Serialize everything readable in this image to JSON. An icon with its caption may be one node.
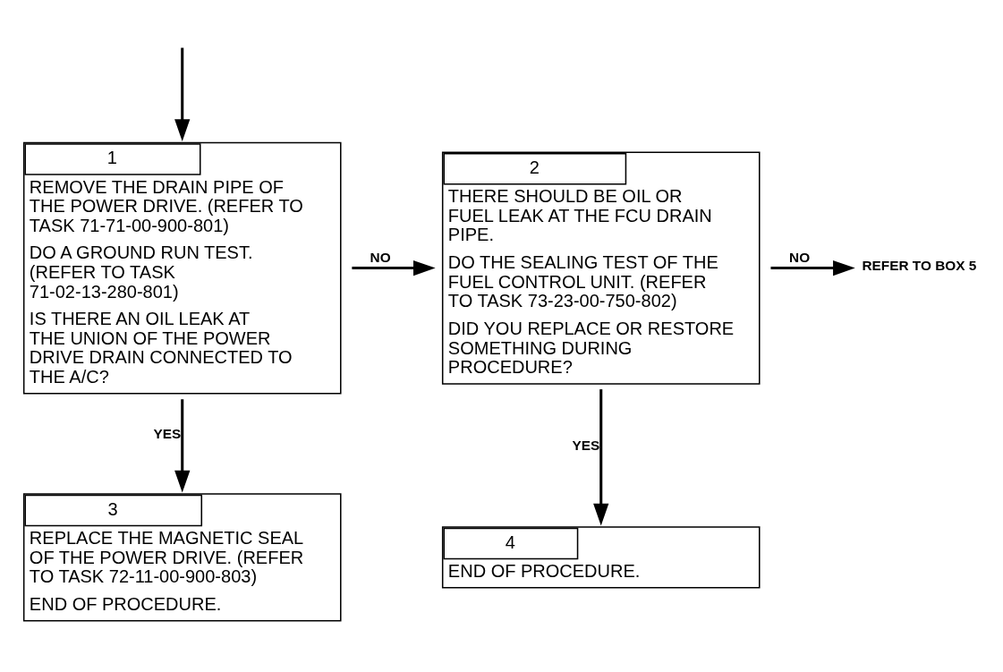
{
  "diagram": {
    "nodes": [
      {
        "text": [
          "1",
          "REMOVE THE DRAIN PIPE OF THE POWER DRIVE. (REFER TO TASK 71-71-00-900-801)",
          "DO A GROUND RUN TEST. (REFER TO TASK 71-02-13-280-801)",
          "IS THERE AN OIL LEAK AT THE UNION OF THE POWER DRIVE DRAIN CONNECTED TO THE A/C?"
        ]
      },
      {
        "text": [
          "2",
          "THERE SHOULD BE OIL OR FUEL LEAK AT THE FCU DRAIN PIPE.",
          "DO THE SEALING TEST OF THE FUEL CONTROL UNIT. (REFER TO TASK 73-23-00-750-802)",
          "DID YOU REPLACE OR RESTORE SOMETHING DURING PROCEDURE?"
        ]
      },
      {
        "text": [
          "REFER TO BOX 5"
        ]
      },
      {
        "text": [
          "3",
          "REPLACE THE MAGNETIC SEAL OF THE POWER DRIVE. (REFER TO TASK 72-11-00-900-803)",
          "END OF PROCEDURE."
        ]
      },
      {
        "text": [
          "4",
          "END OF PROCEDURE."
        ]
      }
    ],
    "edges": [
      {
        "from": null,
        "to": 0,
        "arrow": "to"
      },
      {
        "from": 0,
        "to": 1,
        "arrow": "to",
        "label": "NO"
      },
      {
        "from": 1,
        "to": 2,
        "arrow": "to",
        "label": "NO"
      },
      {
        "from": 0,
        "to": 3,
        "arrow": "to",
        "label": "YES"
      },
      {
        "from": 1,
        "to": 4,
        "arrow": "to",
        "label": "YES"
      }
    ]
  }
}
